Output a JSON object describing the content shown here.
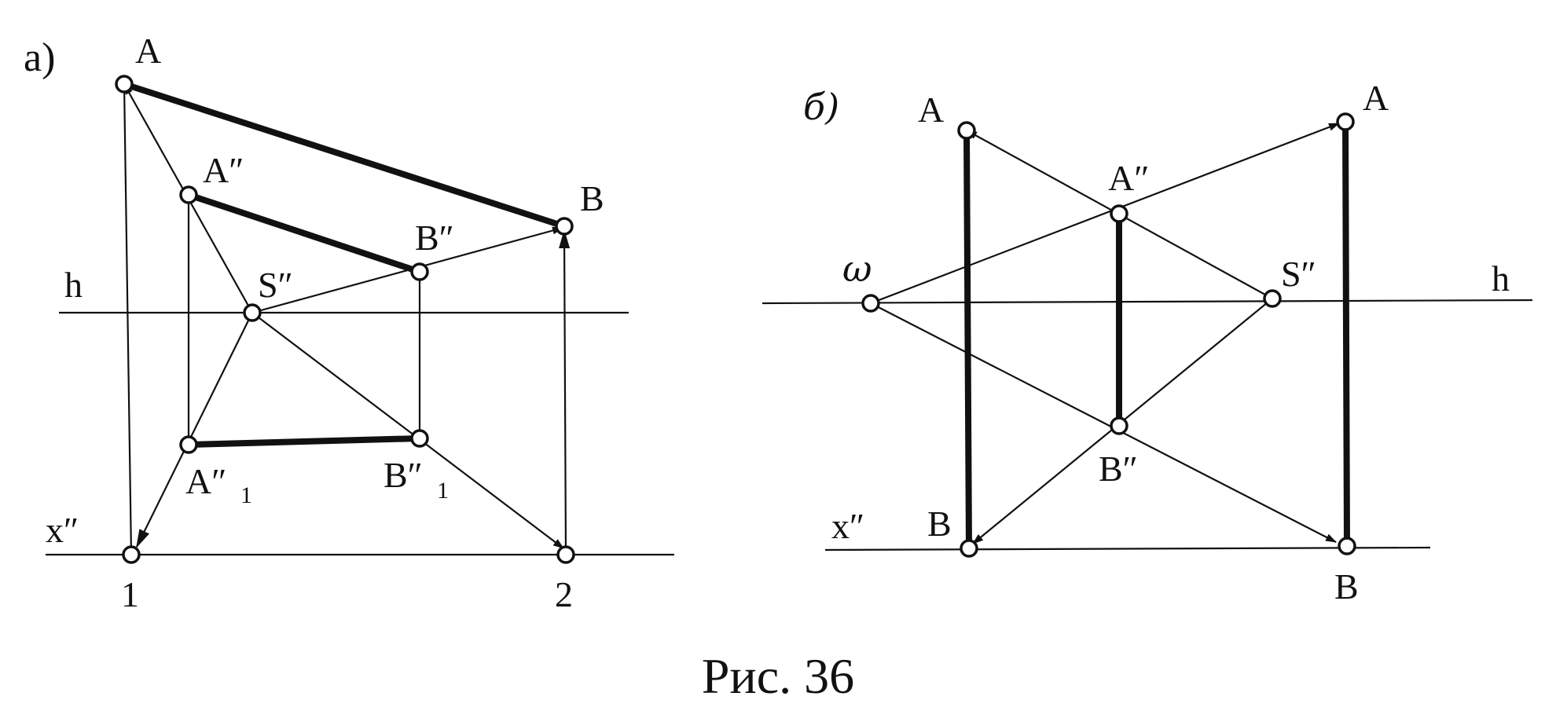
{
  "panel_a": {
    "tag": "а)",
    "labels": {
      "A": "A",
      "B": "B",
      "A2": "A″",
      "B2": "B″",
      "S2": "S″",
      "A21": "A″",
      "A21_sub": "1",
      "B21": "B″",
      "B21_sub": "1",
      "h": "h",
      "x2": "x″",
      "n1": "1",
      "n2": "2"
    }
  },
  "panel_b": {
    "tag": "б)",
    "labels": {
      "A_left": "A",
      "A_right": "A",
      "B_left": "B",
      "B_right": "B",
      "A2": "A″",
      "B2": "B″",
      "S2": "S″",
      "omega": "ω",
      "h": "h",
      "x2": "x″"
    }
  },
  "caption": "Рис. 36"
}
